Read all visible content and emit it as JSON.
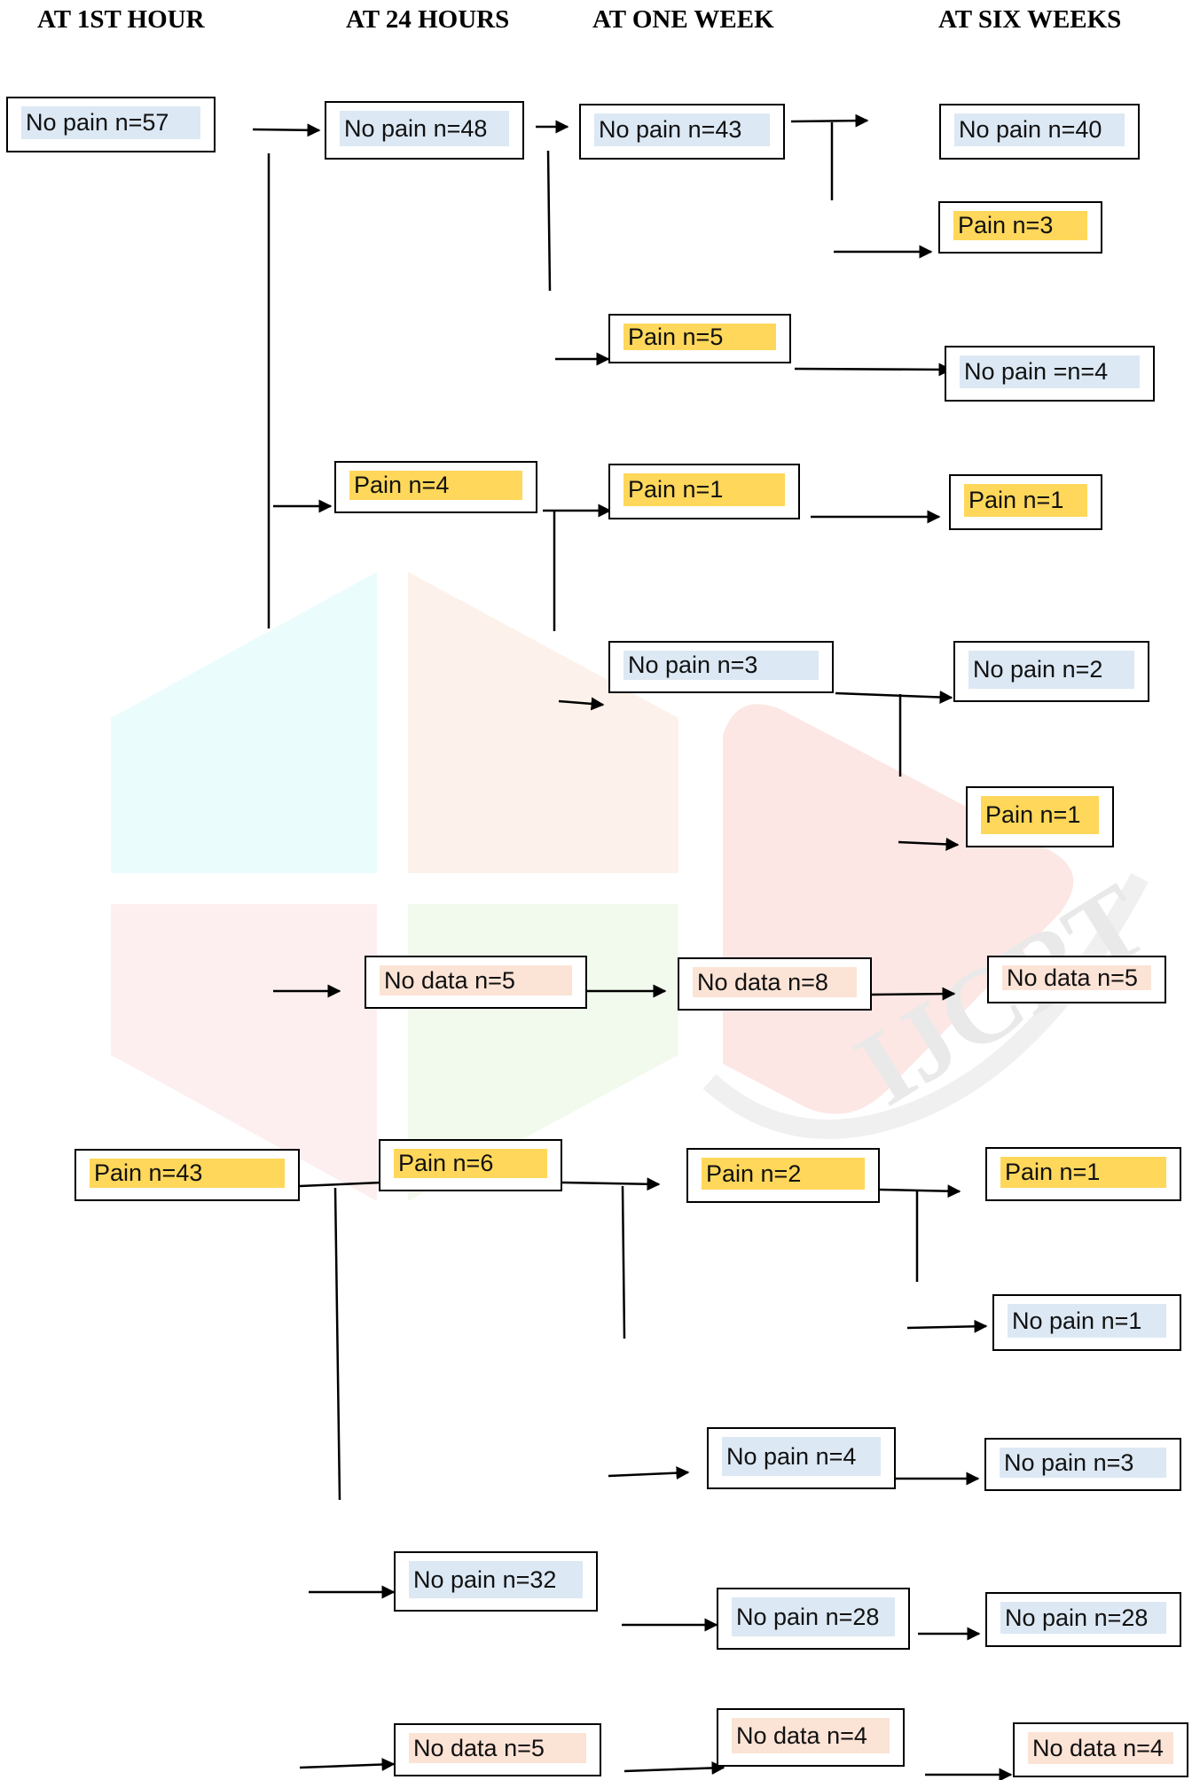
{
  "headers": [
    "AT 1ST HOUR",
    "AT 24 HOURS",
    "AT ONE WEEK",
    "AT SIX WEEKS"
  ],
  "colors": {
    "no_pain": "#dce8f4",
    "pain": "#ffd75a",
    "no_data": "#fbe3d6",
    "line": "#000000"
  },
  "nodes": [
    {
      "id": "h1_nopain",
      "stage": "AT 1ST HOUR",
      "label": "No pain n=57",
      "kind": "none"
    },
    {
      "id": "h1_pain",
      "stage": "AT 1ST HOUR",
      "label": "Pain n=43",
      "kind": "pain"
    },
    {
      "id": "h24_nopain_a",
      "stage": "AT 24 HOURS",
      "label": "No pain n=48",
      "kind": "none"
    },
    {
      "id": "h24_pain_a",
      "stage": "AT 24 HOURS",
      "label": "Pain n=4",
      "kind": "pain"
    },
    {
      "id": "h24_nodata_a",
      "stage": "AT 24 HOURS",
      "label": "No data n=5",
      "kind": "nodata"
    },
    {
      "id": "h24_pain_b",
      "stage": "AT 24 HOURS",
      "label": "Pain n=6",
      "kind": "pain"
    },
    {
      "id": "h24_nopain_b",
      "stage": "AT 24 HOURS",
      "label": "No pain n=32",
      "kind": "none"
    },
    {
      "id": "h24_nodata_b",
      "stage": "AT 24 HOURS",
      "label": "No data n=5",
      "kind": "nodata"
    },
    {
      "id": "w1_nopain_a",
      "stage": "AT ONE WEEK",
      "label": "No pain n=43",
      "kind": "none"
    },
    {
      "id": "w1_pain_a",
      "stage": "AT ONE WEEK",
      "label": "Pain n=5",
      "kind": "pain"
    },
    {
      "id": "w1_pain_b",
      "stage": "AT ONE WEEK",
      "label": "Pain n=1",
      "kind": "pain"
    },
    {
      "id": "w1_nopain_b",
      "stage": "AT ONE WEEK",
      "label": "No pain n=3",
      "kind": "none"
    },
    {
      "id": "w1_nodata_a",
      "stage": "AT ONE WEEK",
      "label": "No data n=8",
      "kind": "nodata"
    },
    {
      "id": "w1_pain_c",
      "stage": "AT ONE WEEK",
      "label": "Pain n=2",
      "kind": "pain"
    },
    {
      "id": "w1_nopain_c",
      "stage": "AT ONE WEEK",
      "label": "No pain n=4",
      "kind": "none"
    },
    {
      "id": "w1_nopain_d",
      "stage": "AT ONE WEEK",
      "label": "No pain n=28",
      "kind": "none"
    },
    {
      "id": "w1_nodata_b",
      "stage": "AT ONE WEEK",
      "label": "No data n=4",
      "kind": "nodata"
    },
    {
      "id": "w6_nopain_a",
      "stage": "AT SIX WEEKS",
      "label": "No pain n=40",
      "kind": "none"
    },
    {
      "id": "w6_pain_a",
      "stage": "AT SIX WEEKS",
      "label": "Pain n=3",
      "kind": "pain"
    },
    {
      "id": "w6_nopain_b",
      "stage": "AT SIX WEEKS",
      "label": "No pain =n=4",
      "kind": "none"
    },
    {
      "id": "w6_pain_b",
      "stage": "AT SIX WEEKS",
      "label": "Pain n=1",
      "kind": "pain"
    },
    {
      "id": "w6_nopain_c",
      "stage": "AT SIX WEEKS",
      "label": "No pain n=2",
      "kind": "none"
    },
    {
      "id": "w6_pain_c",
      "stage": "AT SIX WEEKS",
      "label": "Pain n=1",
      "kind": "pain"
    },
    {
      "id": "w6_nodata_a",
      "stage": "AT SIX WEEKS",
      "label": "No data n=5",
      "kind": "nodata"
    },
    {
      "id": "w6_pain_d",
      "stage": "AT SIX WEEKS",
      "label": "Pain n=1",
      "kind": "pain"
    },
    {
      "id": "w6_nopain_d",
      "stage": "AT SIX WEEKS",
      "label": "No pain n=1",
      "kind": "none"
    },
    {
      "id": "w6_nopain_e",
      "stage": "AT SIX WEEKS",
      "label": "No pain n=3",
      "kind": "none"
    },
    {
      "id": "w6_nopain_f",
      "stage": "AT SIX WEEKS",
      "label": "No pain n=28",
      "kind": "none"
    },
    {
      "id": "w6_nodata_b",
      "stage": "AT SIX WEEKS",
      "label": "No data n=4",
      "kind": "nodata"
    }
  ],
  "edges": [
    [
      "h1_nopain",
      "h24_nopain_a"
    ],
    [
      "h1_nopain",
      "h24_pain_a"
    ],
    [
      "h1_nopain",
      "h24_nodata_a"
    ],
    [
      "h1_pain",
      "h24_pain_b"
    ],
    [
      "h1_pain",
      "h24_nopain_b"
    ],
    [
      "h1_pain",
      "h24_nodata_b"
    ],
    [
      "h24_nopain_a",
      "w1_nopain_a"
    ],
    [
      "h24_nopain_a",
      "w1_pain_a"
    ],
    [
      "h24_pain_a",
      "w1_pain_b"
    ],
    [
      "h24_pain_a",
      "w1_nopain_b"
    ],
    [
      "h24_nodata_a",
      "w1_nodata_a"
    ],
    [
      "h24_pain_b",
      "w1_pain_c"
    ],
    [
      "h24_pain_b",
      "w1_nopain_c"
    ],
    [
      "h24_nopain_b",
      "w1_nopain_d"
    ],
    [
      "h24_nodata_b",
      "w1_nodata_b"
    ],
    [
      "w1_nopain_a",
      "w6_nopain_a"
    ],
    [
      "w1_nopain_a",
      "w6_pain_a"
    ],
    [
      "w1_pain_a",
      "w6_nopain_b"
    ],
    [
      "w1_pain_b",
      "w6_pain_b"
    ],
    [
      "w1_nopain_b",
      "w6_nopain_c"
    ],
    [
      "w1_nopain_b",
      "w6_pain_c"
    ],
    [
      "w1_nodata_a",
      "w6_nodata_a"
    ],
    [
      "w1_pain_c",
      "w6_pain_d"
    ],
    [
      "w1_pain_c",
      "w6_nopain_d"
    ],
    [
      "w1_nopain_c",
      "w6_nopain_e"
    ],
    [
      "w1_nopain_d",
      "w6_nopain_f"
    ],
    [
      "w1_nodata_b",
      "w6_nodata_b"
    ]
  ],
  "watermark": {
    "text": "IJCRT"
  }
}
